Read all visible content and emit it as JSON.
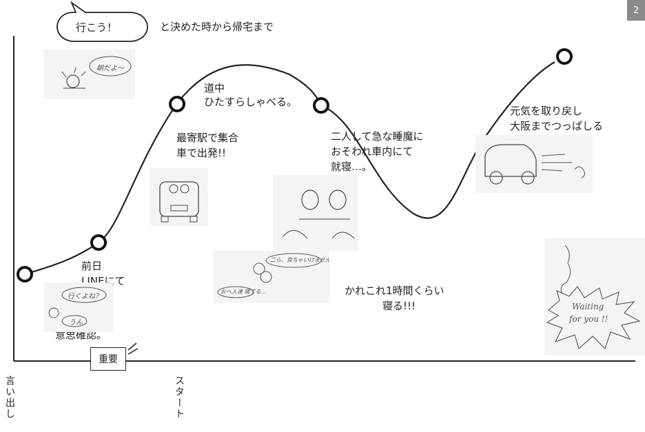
{
  "page_number": "2",
  "header": {
    "bubble": "行こう！",
    "subtitle": "と決めた時から帰宅まで"
  },
  "x_axis_labels": {
    "iidashi": "言い出し",
    "start": "スタート"
  },
  "important_box": "重要",
  "annotations": {
    "zenjitsu_1": "前日",
    "zenjitsu_2": "LINEにて",
    "ishikakunin": "意思確認。",
    "moyori_1": "最寄駅で集合",
    "moyori_2": "車で出発!!",
    "douchu_1": "道中",
    "douchu_2": "ひたすらしゃべる。",
    "suima_1": "二人して急な睡魔に",
    "suima_2": "おそわれ車内にて",
    "suima_3": "就寝…。",
    "neru_1": "かれこれ1時間くらい",
    "neru_2": "寝る!!!",
    "genki_1": "元気を取り戻し",
    "genki_2": "大阪までつっぱしる"
  },
  "sketch_notes": {
    "morning_speech": "朝だよ〜",
    "line_1": "行くよね？",
    "line_2": "うん",
    "sleep_speech": "二ら、良ちゃいけません",
    "sleep_small": "おへ人達 寝てる…",
    "waiting_1": "Waiting",
    "waiting_2": "for you !!"
  }
}
